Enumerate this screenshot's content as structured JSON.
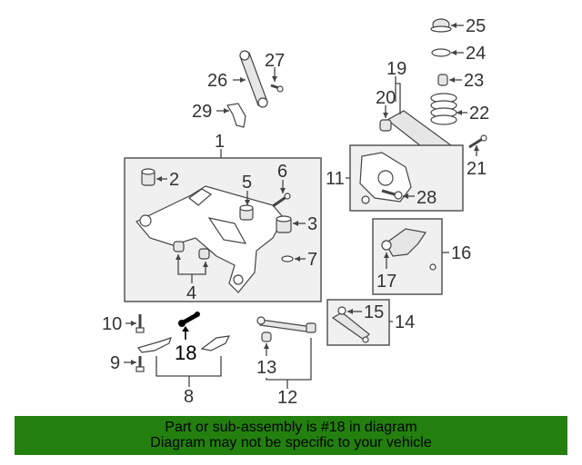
{
  "diagram": {
    "callouts": [
      "1",
      "2",
      "3",
      "4",
      "5",
      "6",
      "7",
      "8",
      "9",
      "10",
      "11",
      "12",
      "13",
      "14",
      "15",
      "16",
      "17",
      "18",
      "19",
      "20",
      "21",
      "22",
      "23",
      "24",
      "25",
      "26",
      "27",
      "28",
      "29"
    ],
    "highlighted_callout": "18"
  },
  "banner": {
    "line1": "Part or sub-assembly is #18 in diagram",
    "line2": "Diagram may not be specific to your vehicle",
    "background_color": "#23800f"
  }
}
